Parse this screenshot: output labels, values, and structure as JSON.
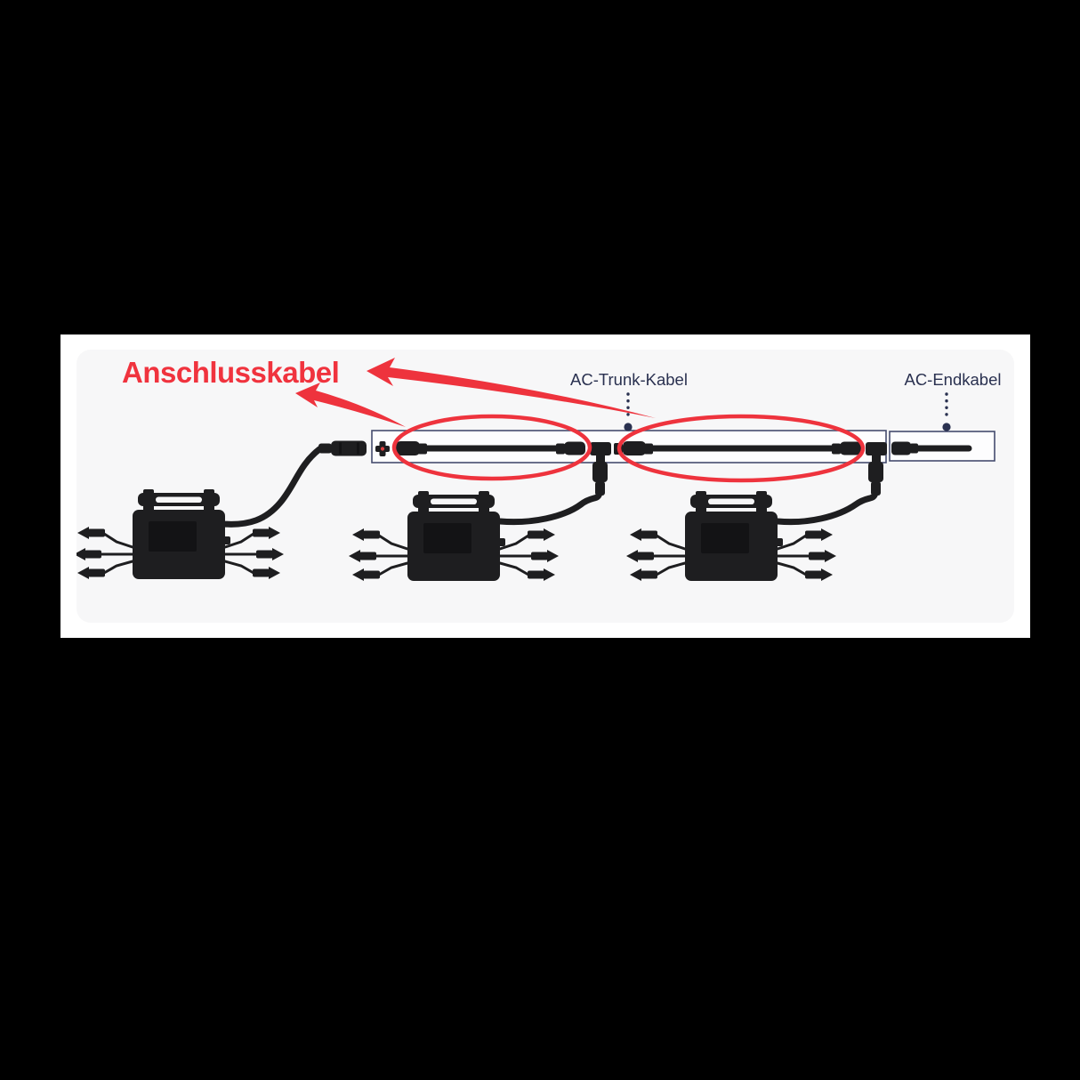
{
  "scene": {
    "background_color": "#000000",
    "panel_color": "#ffffff",
    "card_color": "#f7f7f8"
  },
  "callout": {
    "text": "Anschlusskabel",
    "color": "#f0333e"
  },
  "labels": {
    "trunk_cable": "AC-Trunk-Kabel",
    "end_cable": "AC-Endkabel",
    "color": "#2a3150"
  },
  "highlights": {
    "color": "#ee333d",
    "ellipse_count": 2,
    "arrow_count": 2
  },
  "devices": {
    "microinverter_count": 3,
    "trunk_segment_count": 2,
    "color": "#1e1e20"
  }
}
